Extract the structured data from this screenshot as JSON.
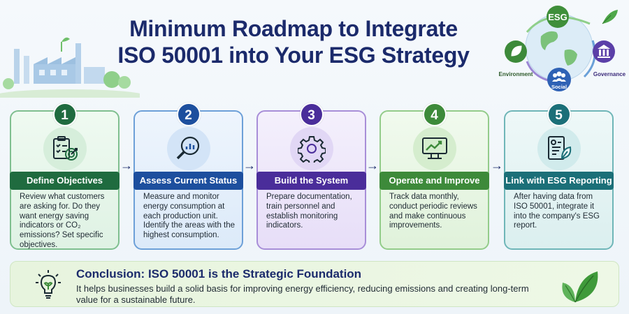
{
  "title_line1": "Minimum Roadmap to Integrate",
  "title_line2": "ISO 50001 into Your ESG Strategy",
  "esg": {
    "center": "ESG",
    "environment": "Environment",
    "social": "Social",
    "governance": "Governance"
  },
  "steps": [
    {
      "number": "1",
      "label": "Define Objectives",
      "icon": "clipboard-target-icon",
      "text": "Review what customers are asking for. Do they want energy saving indicators or CO₂ emissions? Set specific objectives."
    },
    {
      "number": "2",
      "label": "Assess Current Status",
      "icon": "magnifier-chart-icon",
      "text": "Measure and monitor energy consumption at each production unit. Identify the areas with the highest consumption."
    },
    {
      "number": "3",
      "label": "Build the System",
      "icon": "gear-icon",
      "text": "Prepare documentation, train personnel and establish monitoring indicators."
    },
    {
      "number": "4",
      "label": "Operate and Improve",
      "icon": "monitor-chart-icon",
      "text": "Track data monthly, conduct periodic reviews and make continuous improvements."
    },
    {
      "number": "5",
      "label": "Link with ESG Reporting",
      "icon": "document-leaf-icon",
      "text": "After having data from ISO 50001, integrate it into the company's ESG report."
    }
  ],
  "conclusion": {
    "title": "Conclusion: ISO 50001 is the Strategic Foundation",
    "text": "It helps businesses build a solid basis for improving energy efficiency, reducing emissions and creating long-term value for a sustainable future."
  },
  "colors": {
    "title": "#1b2a6b",
    "step1": "#1f6b3f",
    "step2": "#1d4f9e",
    "step3": "#4a2d9a",
    "step4": "#3d8a3a",
    "step5": "#1b6f78"
  }
}
